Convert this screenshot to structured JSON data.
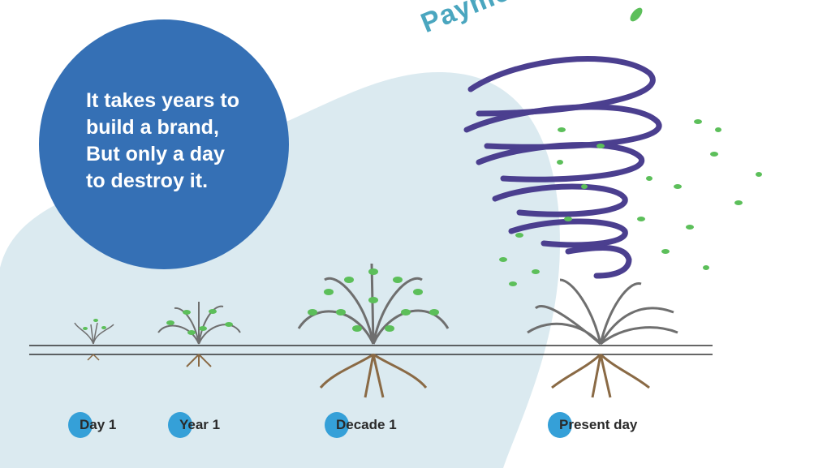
{
  "quote": {
    "lines": [
      "It takes years to",
      "build a brand,",
      "But only a day",
      "to destroy it."
    ]
  },
  "tornado_label": "Payment fraud",
  "timeline": [
    {
      "label": "Day 1"
    },
    {
      "label": "Year 1"
    },
    {
      "label": "Decade 1"
    },
    {
      "label": "Present day"
    }
  ],
  "colors": {
    "blob": "#dbeaf0",
    "circle": "#3570b5",
    "dot": "#35a0d8",
    "tornado": "#4b3f8f",
    "leaf": "#5cbf5a",
    "root": "#8a6a45",
    "branch": "#6f6f6f"
  }
}
